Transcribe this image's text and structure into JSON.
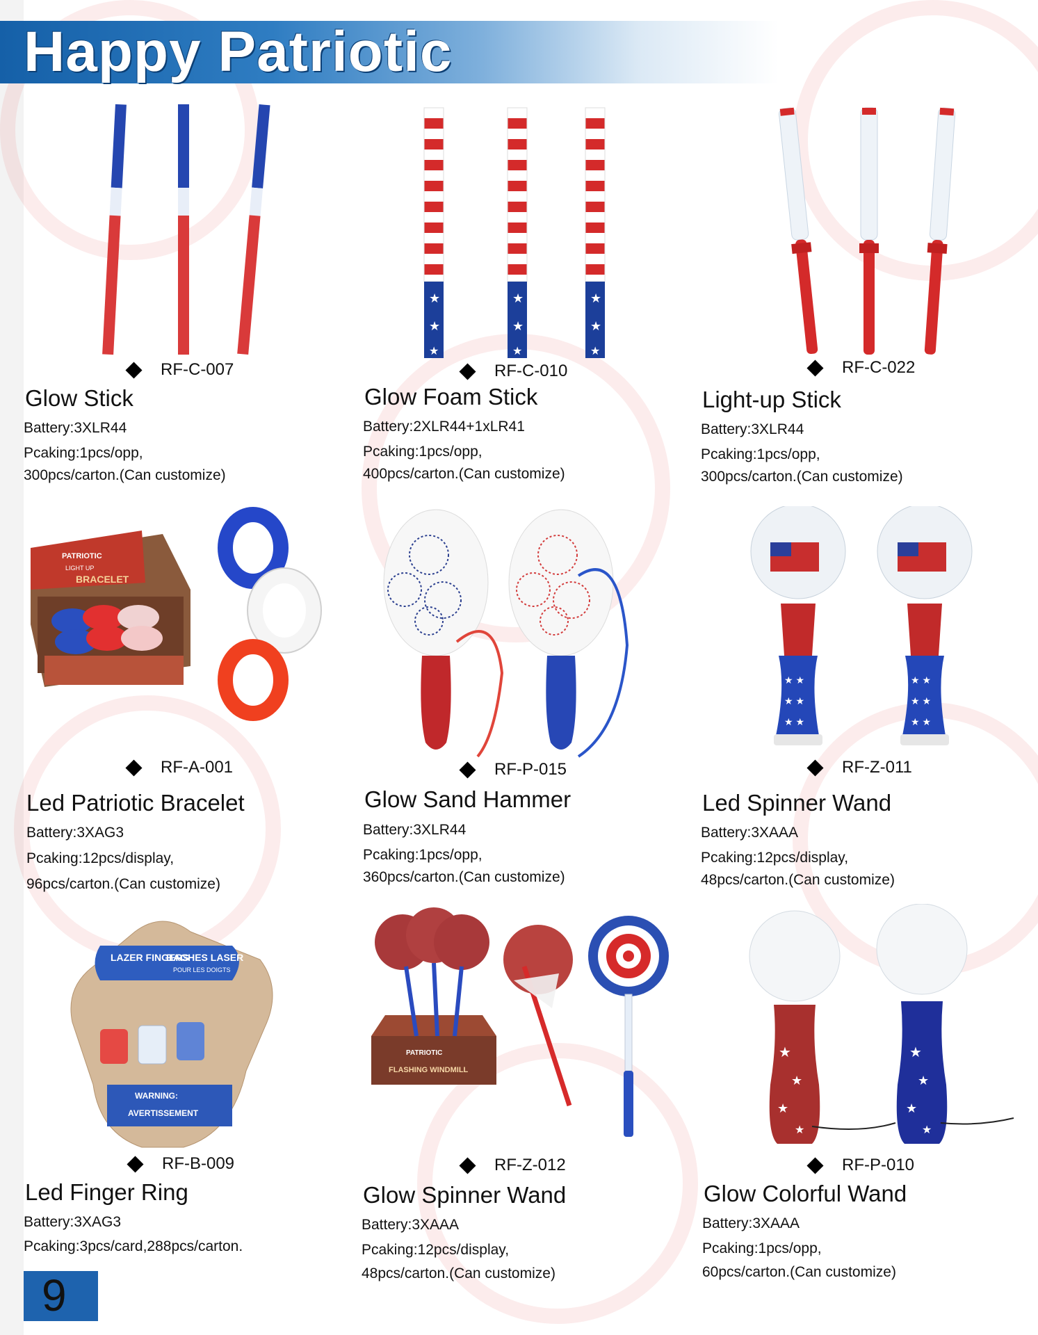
{
  "header": {
    "title": "Happy Patriotic"
  },
  "page_number": "9",
  "products": [
    {
      "code": "RF-C-007",
      "name": "Glow Stick",
      "battery": "Battery:3XLR44",
      "pack1": "Pcaking:1pcs/opp,",
      "pack2": "300pcs/carton.(Can customize)"
    },
    {
      "code": "RF-C-010",
      "name": "Glow Foam Stick",
      "battery": "Battery:2XLR44+1xLR41",
      "pack1": "Pcaking:1pcs/opp,",
      "pack2": "400pcs/carton.(Can customize)"
    },
    {
      "code": "RF-C-022",
      "name": "Light-up Stick",
      "battery": "Battery:3XLR44",
      "pack1": "Pcaking:1pcs/opp,",
      "pack2": "300pcs/carton.(Can customize)"
    },
    {
      "code": "RF-A-001",
      "name": "Led Patriotic Bracelet",
      "battery": "Battery:3XAG3",
      "pack1": "Pcaking:12pcs/display,",
      "pack2": "96pcs/carton.(Can customize)"
    },
    {
      "code": "RF-P-015",
      "name": "Glow Sand Hammer",
      "battery": "Battery:3XLR44",
      "pack1": "Pcaking:1pcs/opp,",
      "pack2": "360pcs/carton.(Can customize)"
    },
    {
      "code": "RF-Z-011",
      "name": "Led Spinner Wand",
      "battery": "Battery:3XAAA",
      "pack1": "Pcaking:12pcs/display,",
      "pack2": "48pcs/carton.(Can customize)"
    },
    {
      "code": "RF-B-009",
      "name": "Led Finger Ring",
      "battery": "Battery:3XAG3",
      "pack1": "Pcaking:3pcs/card,288pcs/carton.",
      "pack2": ""
    },
    {
      "code": "RF-Z-012",
      "name": "Glow Spinner Wand",
      "battery": "Battery:3XAAA",
      "pack1": "Pcaking:12pcs/display,",
      "pack2": "48pcs/carton.(Can customize)"
    },
    {
      "code": "RF-P-010",
      "name": "Glow Colorful Wand",
      "battery": "Battery:3XAAA",
      "pack1": "Pcaking:1pcs/opp,",
      "pack2": "60pcs/carton.(Can customize)"
    }
  ],
  "packaging_text": {
    "bracelet_box_top": "PATRIOTIC",
    "bracelet_box_sub": "LIGHT UP",
    "bracelet_box_main": "BRACELET",
    "finger_card_1": "LAZER FINGERS",
    "finger_card_2": "BAGHES LASER",
    "finger_card_3": "POUR LES DOIGTS",
    "finger_warning": "WARNING:",
    "finger_avert": "AVERTISSEMENT",
    "windmill_box": "PATRIOTIC",
    "windmill_box_sub": "FLASHING WINDMILL"
  },
  "colors": {
    "header_blue": "#1560a8",
    "flag_red": "#d42a2a",
    "flag_blue": "#1c3f9a",
    "page_box": "#1e63ae"
  }
}
